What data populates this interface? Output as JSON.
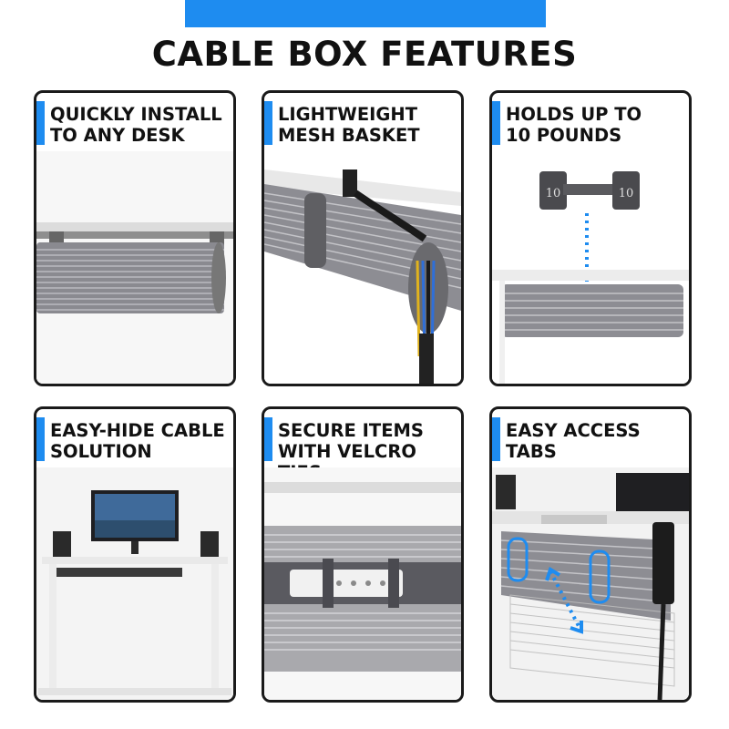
{
  "header": {
    "title": "CABLE BOX FEATURES",
    "accent_color": "#1e8cf0"
  },
  "features": [
    {
      "label": "QUICKLY INSTALL\nTO ANY DESK",
      "image": "desk-underside-mesh-basket"
    },
    {
      "label": "LIGHTWEIGHT\nMESH BASKET",
      "image": "mesh-basket-with-cables"
    },
    {
      "label": "HOLDS UP TO\n10 POUNDS",
      "image": "dumbbell-weight-on-basket",
      "dumbbell_text": "10"
    },
    {
      "label": "EASY-HIDE CABLE\nSOLUTION",
      "image": "standing-desk-with-monitor"
    },
    {
      "label": "SECURE ITEMS\nWITH VELCRO TIES",
      "image": "power-strip-in-basket"
    },
    {
      "label": "EASY ACCESS\nTABS",
      "image": "basket-access-tabs"
    }
  ]
}
